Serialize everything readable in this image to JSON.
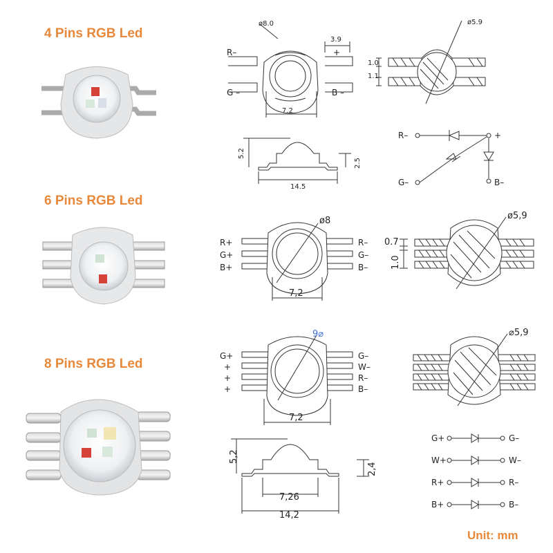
{
  "sections": {
    "four_pin": {
      "title": "4 Pins RGB Led",
      "top": {
        "dia_outer": "ø8.0",
        "pin_len": "3.9",
        "width": "7.2",
        "dia_lens": "ø5.9",
        "pin_w": "1.0",
        "pin_gap": "1.1"
      },
      "side": {
        "height": "5.2",
        "base_h": "2.5",
        "length": "14.5"
      },
      "pins": {
        "r_minus": "R–",
        "g_minus": "G –",
        "plus": "+",
        "b_minus": "B –"
      },
      "schematic": {
        "r": "R–",
        "g": "G–",
        "b": "B–",
        "plus": "+"
      }
    },
    "six_pin": {
      "title": "6 Pins RGB Led",
      "top": {
        "dia_outer": "ø8",
        "width": "7,2",
        "dia_lens": "ø5,9",
        "pin_w": "0.7",
        "pin_gap": "1.0"
      },
      "pins_left": [
        "R+",
        "G+",
        "B+"
      ],
      "pins_right": [
        "R–",
        "G–",
        "B–"
      ]
    },
    "eight_pin": {
      "title": "8 Pins RGB Led",
      "top": {
        "dia_outer": "9⌀",
        "width": "7,2",
        "dia_lens": "⌀5,9"
      },
      "pins_left": [
        "G+",
        "+",
        "+",
        "+"
      ],
      "pins_right": [
        "G–",
        "W–",
        "R–",
        "B–"
      ],
      "side": {
        "height": "5,2",
        "base_h": "2,4",
        "inner": "7,26",
        "length": "14,2"
      },
      "schematic": [
        {
          "plus": "G+",
          "minus": "G–"
        },
        {
          "plus": "W+",
          "minus": "W–"
        },
        {
          "plus": "R+",
          "minus": "R–"
        },
        {
          "plus": "B+",
          "minus": "B–"
        }
      ]
    }
  },
  "unit_label": "Unit: mm",
  "colors": {
    "title": "#e8883a",
    "line": "#333333",
    "dim_blue": "#3a6fd8"
  }
}
